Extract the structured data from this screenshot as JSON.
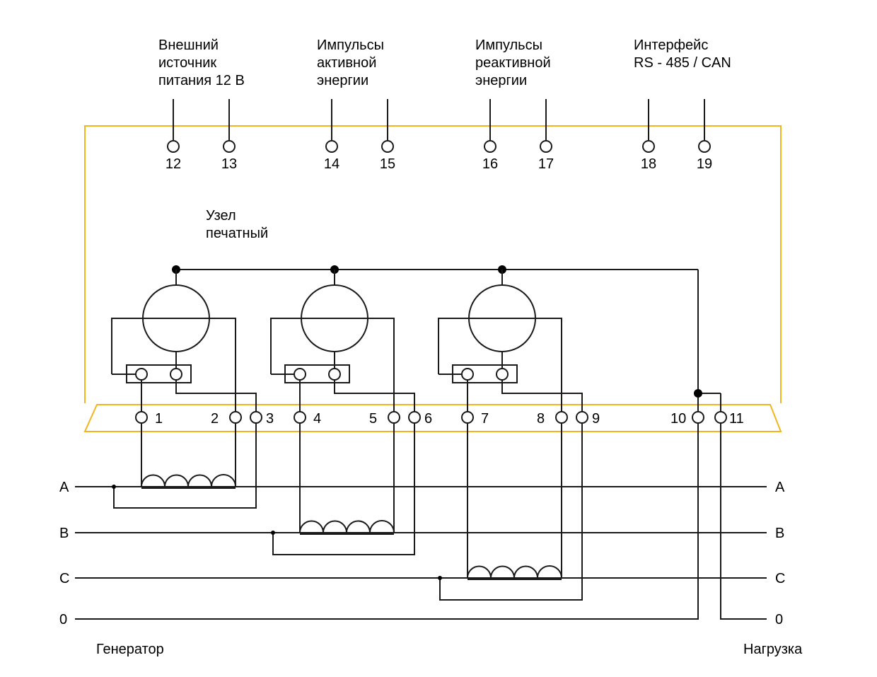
{
  "top_labels": {
    "power": [
      "Внешний",
      "источник",
      "питания 12 В"
    ],
    "active": [
      "Импульсы",
      "активной",
      "энергии"
    ],
    "reactive": [
      "Импульсы",
      "реактивной",
      "энергии"
    ],
    "interface": [
      "Интерфейс",
      "RS - 485 / CAN"
    ]
  },
  "top_terminals": [
    "12",
    "13",
    "14",
    "15",
    "16",
    "17",
    "18",
    "19"
  ],
  "bottom_terminals": [
    "1",
    "2",
    "3",
    "4",
    "5",
    "6",
    "7",
    "8",
    "9",
    "10",
    "11"
  ],
  "board_label": [
    "Узел",
    "печатный"
  ],
  "lines_left": [
    "A",
    "B",
    "C",
    "0"
  ],
  "lines_right": [
    "A",
    "B",
    "C",
    "0"
  ],
  "generator": "Генератор",
  "load": "Нагрузка",
  "colors": {
    "housing": "#f2b51f",
    "wire": "#1a1a1a"
  }
}
